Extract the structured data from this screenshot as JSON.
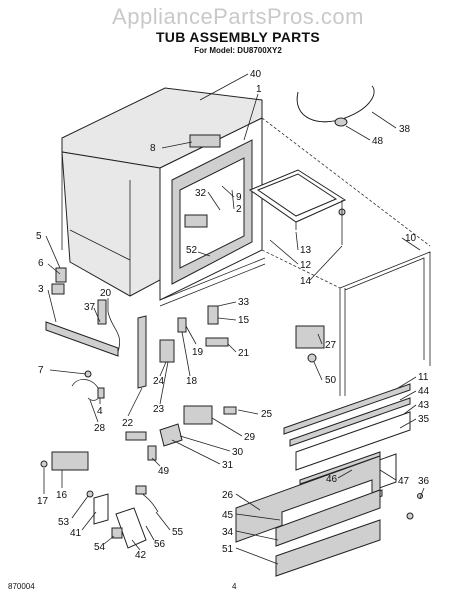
{
  "header": {
    "watermark": "AppliancePartsPros.com",
    "title": "TUB ASSEMBLY PARTS",
    "model_line": "For Model: DU8700XY2"
  },
  "footer": {
    "left_code": "870004",
    "page_number": "4"
  },
  "callouts": [
    "40",
    "1",
    "38",
    "48",
    "8",
    "9",
    "2",
    "32",
    "10",
    "13",
    "12",
    "14",
    "52",
    "5",
    "6",
    "3",
    "37",
    "20",
    "33",
    "15",
    "27",
    "19",
    "21",
    "50",
    "7",
    "24",
    "18",
    "23",
    "22",
    "4",
    "28",
    "11",
    "44",
    "43",
    "35",
    "25",
    "29",
    "30",
    "31",
    "49",
    "47",
    "26",
    "46",
    "36",
    "17",
    "16",
    "53",
    "41",
    "54",
    "42",
    "56",
    "55",
    "45",
    "34",
    "51"
  ]
}
